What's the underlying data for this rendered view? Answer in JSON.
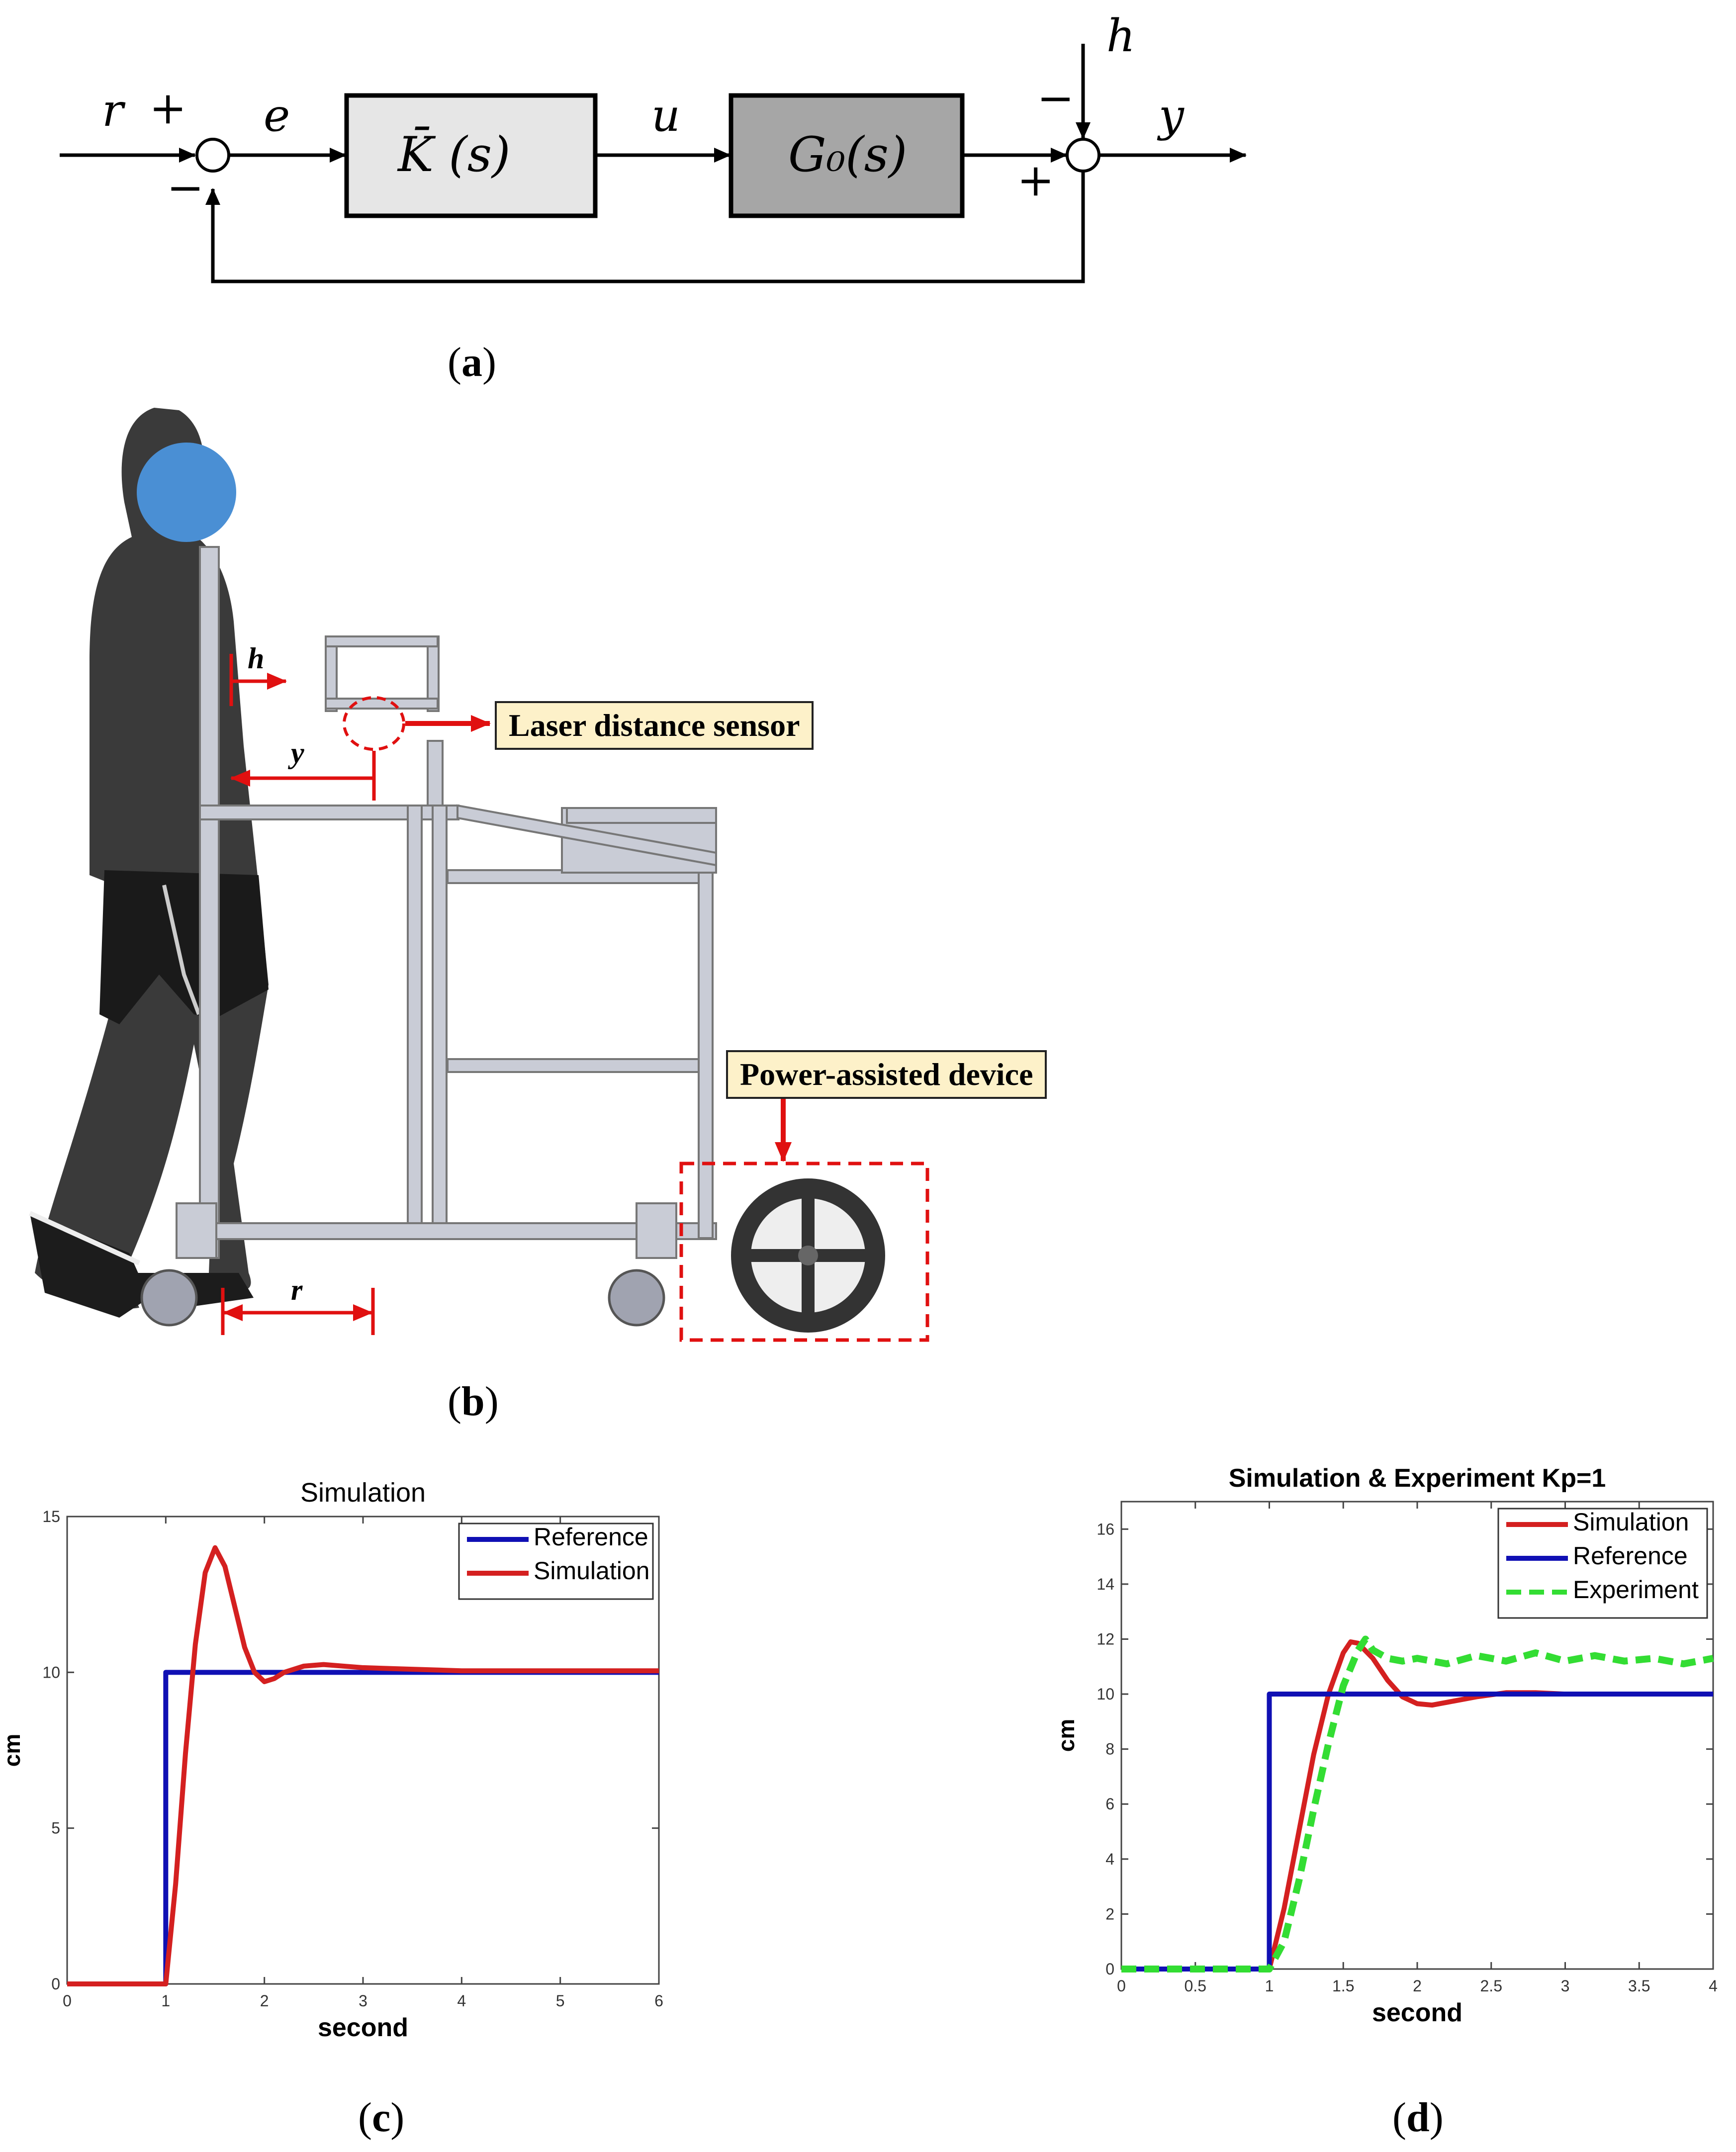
{
  "block_diagram": {
    "labels": {
      "r": "r",
      "e": "e",
      "u": "u",
      "y": "y",
      "h": "h"
    },
    "blocks": {
      "controller": "K̄ (s)",
      "plant": "G₀(s)"
    },
    "signs": {
      "sum1_top": "+",
      "sum1_bottom": "−",
      "sum2_top": "−",
      "sum2_left": "+"
    },
    "colors": {
      "controller_fill": "#e6e6e6",
      "plant_fill": "#a6a6a6"
    }
  },
  "panel_labels": {
    "a": "a",
    "b": "b",
    "c": "c",
    "d": "d"
  },
  "photo": {
    "laser_sensor_label": "Laser distance sensor",
    "power_device_label": "Power-assisted device",
    "dim_h": "h",
    "dim_y": "y",
    "dim_r": "r",
    "accent_color": "#e01010",
    "callout_fill": "#fdf1c9"
  },
  "chart_data": [
    {
      "type": "line",
      "title": "Simulation",
      "xlabel": "second",
      "ylabel": "cm",
      "xlim": [
        0,
        6
      ],
      "ylim": [
        0,
        15
      ],
      "xticks": [
        0,
        1,
        2,
        3,
        4,
        5,
        6
      ],
      "yticks": [
        0,
        5,
        10,
        15
      ],
      "grid": false,
      "legend_position": "top-right",
      "series": [
        {
          "name": "Reference",
          "color": "#1010b4",
          "x": [
            0,
            1,
            1,
            6
          ],
          "y": [
            0,
            0,
            10,
            10
          ]
        },
        {
          "name": "Simulation",
          "color": "#d42020",
          "x": [
            0,
            1.0,
            1.1,
            1.2,
            1.3,
            1.4,
            1.5,
            1.6,
            1.7,
            1.8,
            1.9,
            2.0,
            2.1,
            2.2,
            2.4,
            2.6,
            2.8,
            3.0,
            3.5,
            4.0,
            5.0,
            6.0
          ],
          "y": [
            0,
            0,
            3.2,
            7.4,
            10.9,
            13.2,
            14.0,
            13.4,
            12.1,
            10.8,
            10.0,
            9.7,
            9.8,
            10.0,
            10.2,
            10.25,
            10.2,
            10.15,
            10.1,
            10.05,
            10.05,
            10.05
          ]
        }
      ]
    },
    {
      "type": "line",
      "title": "Simulation & Experiment Kp=1",
      "xlabel": "second",
      "ylabel": "cm",
      "xlim": [
        0,
        4
      ],
      "ylim": [
        0,
        17
      ],
      "xticks": [
        0,
        0.5,
        1,
        1.5,
        2,
        2.5,
        3,
        3.5,
        4
      ],
      "xtick_labels": [
        "0",
        "0.5",
        "1",
        "1.5",
        "2",
        "2.5",
        "3",
        "3.5",
        "4"
      ],
      "yticks": [
        0,
        2,
        4,
        6,
        8,
        10,
        12,
        14,
        16
      ],
      "grid": false,
      "legend_position": "top-right",
      "series": [
        {
          "name": "Simulation",
          "color": "#d42020",
          "x": [
            0,
            1.0,
            1.1,
            1.2,
            1.3,
            1.4,
            1.5,
            1.55,
            1.6,
            1.7,
            1.8,
            1.9,
            2.0,
            2.1,
            2.2,
            2.4,
            2.6,
            2.8,
            3.0,
            3.5,
            4.0
          ],
          "y": [
            0,
            0,
            2.2,
            5.0,
            7.8,
            10.0,
            11.5,
            11.9,
            11.85,
            11.3,
            10.5,
            9.9,
            9.65,
            9.6,
            9.7,
            9.9,
            10.05,
            10.05,
            10.0,
            10.0,
            10.0
          ]
        },
        {
          "name": "Reference",
          "color": "#1010b4",
          "x": [
            0,
            1,
            1,
            4
          ],
          "y": [
            0,
            0,
            10,
            10
          ]
        },
        {
          "name": "Experiment",
          "color": "#33dd33",
          "dashed": true,
          "x": [
            0,
            1.0,
            1.1,
            1.2,
            1.3,
            1.4,
            1.5,
            1.6,
            1.65,
            1.7,
            1.8,
            1.9,
            2.0,
            2.2,
            2.4,
            2.6,
            2.8,
            3.0,
            3.2,
            3.4,
            3.6,
            3.8,
            4.0
          ],
          "y": [
            0,
            0,
            1.0,
            3.2,
            5.8,
            8.2,
            10.3,
            11.6,
            12.0,
            11.6,
            11.3,
            11.2,
            11.3,
            11.1,
            11.4,
            11.2,
            11.5,
            11.2,
            11.4,
            11.2,
            11.3,
            11.1,
            11.3
          ]
        }
      ]
    }
  ]
}
